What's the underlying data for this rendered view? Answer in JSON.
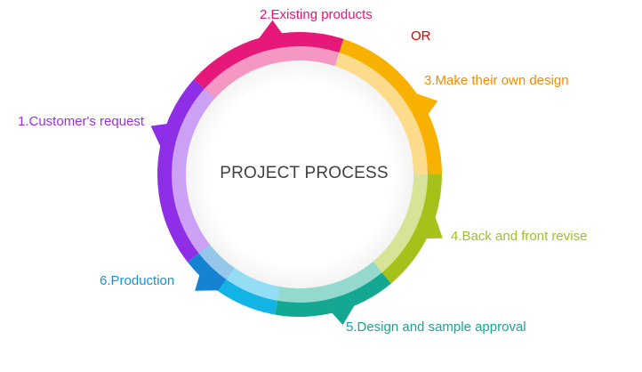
{
  "center_title": "PROJECT PROCESS",
  "or_label": "OR",
  "steps": [
    {
      "label": "1.Customer's request",
      "color": "#9b2fe0"
    },
    {
      "label": "2.Existing products",
      "color": "#e8127a"
    },
    {
      "label": "3.Make their own design",
      "color": "#f58a00"
    },
    {
      "label": "4.Back and front revise",
      "color": "#9fc02a"
    },
    {
      "label": "5.Design and sample approval",
      "color": "#14a893"
    },
    {
      "label": "6.Production",
      "color": "#1e8fd6"
    }
  ],
  "colors": {
    "or_text": "#d40000",
    "segment_purple": "#8e2ee6",
    "segment_magenta": "#e6197a",
    "segment_orange": "#f8b100",
    "segment_lime": "#a6c11a",
    "segment_teal": "#14a893",
    "segment_cyan": "#12b4e6",
    "segment_blue": "#1583d1"
  }
}
